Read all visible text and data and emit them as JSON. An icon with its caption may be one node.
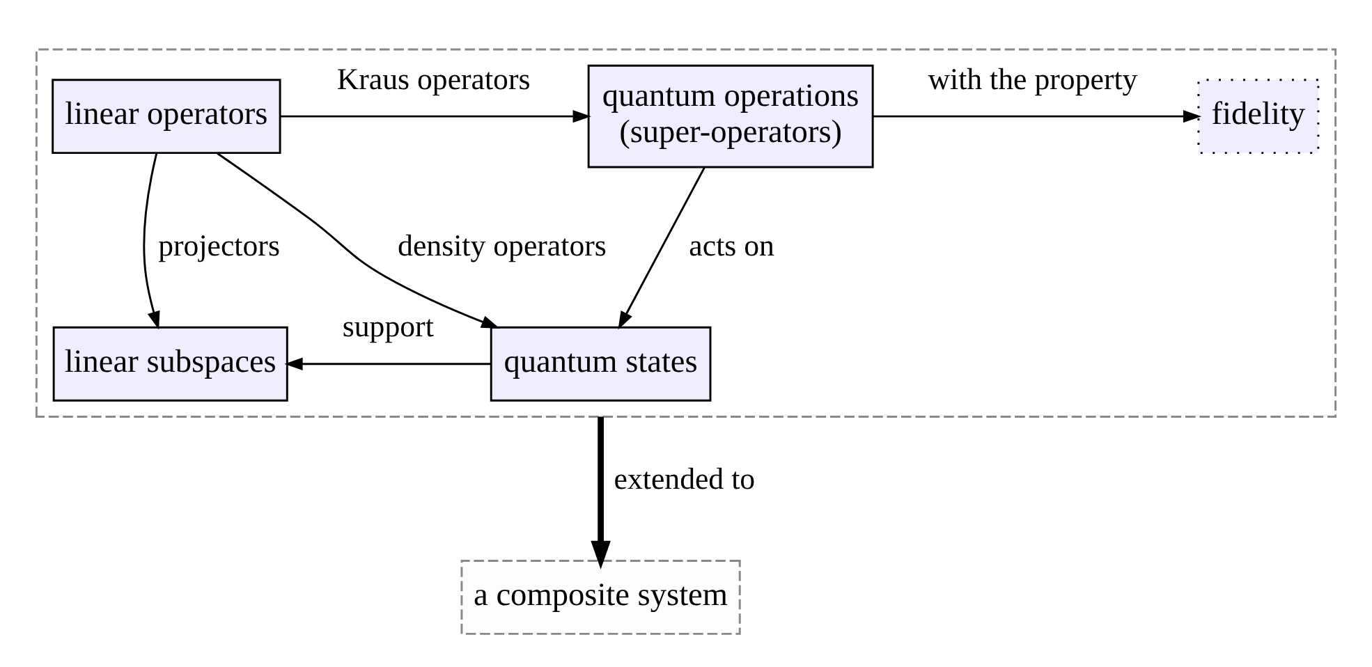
{
  "diagram": {
    "nodes": [
      {
        "text": [],
        "shape": "box"
      },
      {
        "text": [
          "linear operators"
        ],
        "in": 0
      },
      {
        "text": [
          "quantum operations (super-operators)"
        ],
        "in": 0
      },
      {
        "text": [
          "fidelity"
        ],
        "in": 0
      },
      {
        "text": [
          "linear subspaces"
        ],
        "in": 0
      },
      {
        "text": [
          "quantum states"
        ],
        "in": 0
      },
      {
        "text": [
          "a composite system"
        ]
      }
    ],
    "edges": [
      {
        "from": 1,
        "to": 2,
        "arrow": "to",
        "label": "Kraus operators"
      },
      {
        "from": 2,
        "to": 3,
        "arrow": "to",
        "label": "with the property"
      },
      {
        "from": 1,
        "to": 4,
        "arrow": "to",
        "label": "projectors"
      },
      {
        "from": 1,
        "to": 5,
        "arrow": "to",
        "label": "density operators"
      },
      {
        "from": 2,
        "to": 5,
        "arrow": "to",
        "label": "acts on"
      },
      {
        "from": 5,
        "to": 4,
        "arrow": "to",
        "label": "support"
      },
      {
        "from": 0,
        "to": 6,
        "arrow": "to",
        "label": "extended to",
        "style": "thick"
      }
    ]
  }
}
